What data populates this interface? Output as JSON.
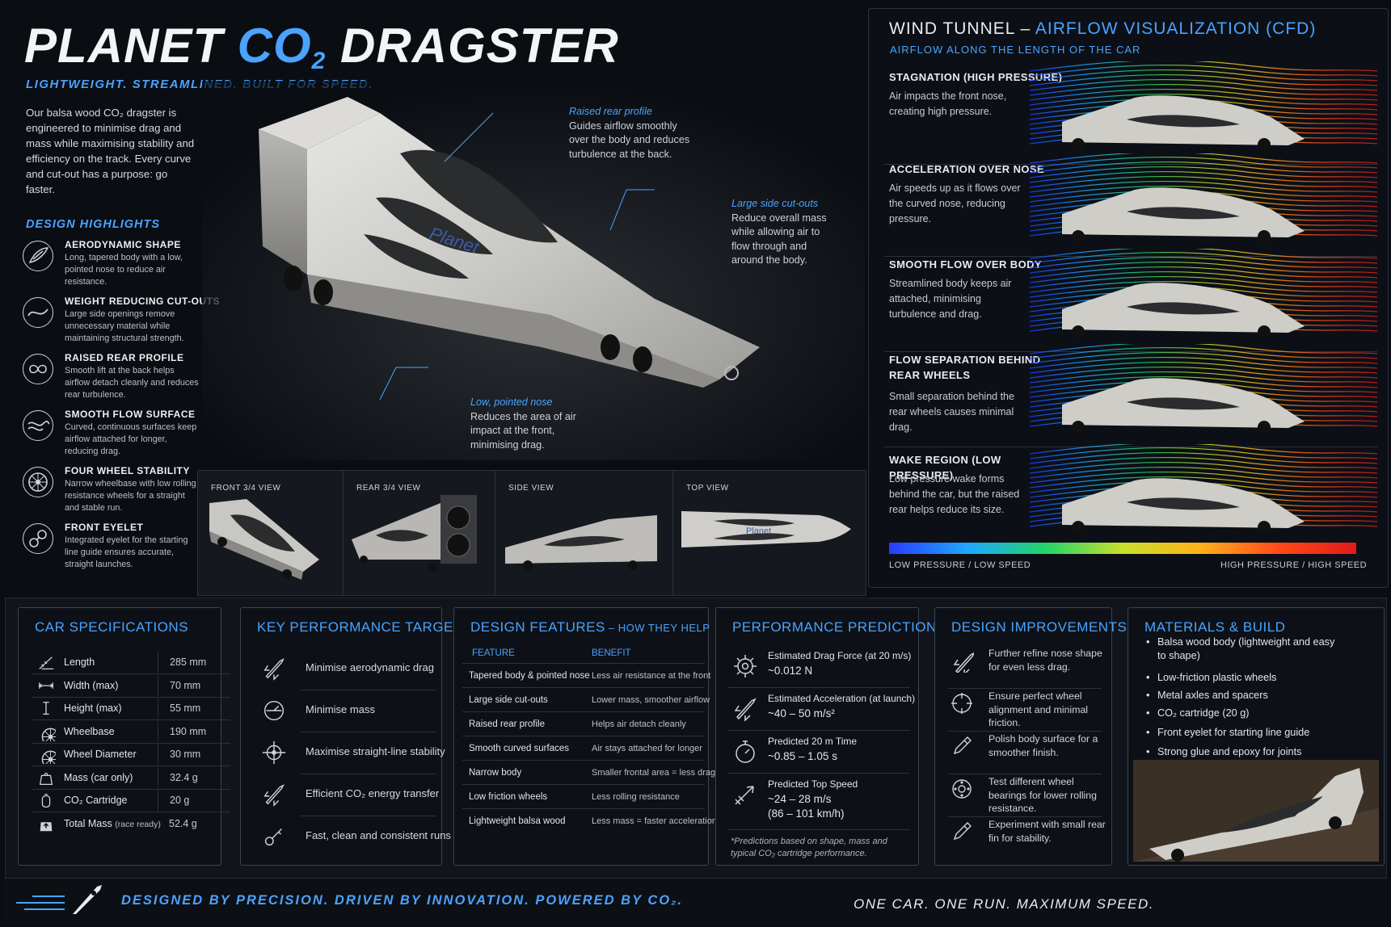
{
  "header": {
    "title_pre": "PLANET ",
    "title_co": "CO",
    "title_sub": "2",
    "title_post": " DRAGSTER",
    "tagline": "LIGHTWEIGHT. STREAMLINED. BUILT FOR SPEED.",
    "intro": "Our balsa wood CO₂ dragster is engineered to minimise drag and mass while maximising stability and efficiency on the track. Every curve and cut-out has a purpose: go faster."
  },
  "design_highlights": {
    "title": "DESIGN HIGHLIGHTS",
    "items": [
      {
        "title": "AERODYNAMIC SHAPE",
        "desc": "Long, tapered body with a low, pointed nose to reduce air resistance.",
        "icon": "wing-icon"
      },
      {
        "title": "WEIGHT REDUCING CUT-OUTS",
        "desc": "Large side openings remove unnecessary material while maintaining structural strength.",
        "icon": "curve-icon"
      },
      {
        "title": "RAISED REAR PROFILE",
        "desc": "Smooth lift at the back helps airflow detach cleanly and reduces rear turbulence.",
        "icon": "loop-icon"
      },
      {
        "title": "SMOOTH FLOW SURFACE",
        "desc": "Curved, continuous surfaces keep airflow attached for longer, reducing drag.",
        "icon": "wave-icon"
      },
      {
        "title": "FOUR WHEEL STABILITY",
        "desc": "Narrow wheelbase with low rolling resistance wheels for a straight and stable run.",
        "icon": "wheel-icon"
      },
      {
        "title": "FRONT EYELET",
        "desc": "Integrated eyelet for the starting line guide ensures accurate, straight launches.",
        "icon": "eyelet-icon"
      }
    ]
  },
  "hero": {
    "brand": "Planet",
    "callouts": [
      {
        "title": "Raised rear profile",
        "text": "Guides airflow smoothly over the body and reduces turbulence at the back."
      },
      {
        "title": "Large side cut-outs",
        "text": "Reduce overall mass while allowing air to flow through and around the body."
      },
      {
        "title": "Low, pointed nose",
        "text": "Reduces the area of air impact at the front, minimising drag."
      }
    ]
  },
  "views": [
    {
      "label": "FRONT 3/4 VIEW"
    },
    {
      "label": "REAR 3/4 VIEW"
    },
    {
      "label": "SIDE VIEW"
    },
    {
      "label": "TOP VIEW"
    }
  ],
  "wind_tunnel": {
    "title": "WIND TUNNEL – ",
    "title_accent": "AIRFLOW VISUALIZATION (CFD)",
    "subtitle": "AIRFLOW ALONG THE LENGTH OF THE CAR",
    "rows": [
      {
        "title": "STAGNATION (HIGH PRESSURE)",
        "desc": "Air impacts the front nose, creating high pressure."
      },
      {
        "title": "ACCELERATION OVER NOSE",
        "desc": "Air speeds up as it flows over the curved nose, reducing pressure."
      },
      {
        "title": "SMOOTH FLOW OVER BODY",
        "desc": "Streamlined body keeps air attached, minimising turbulence and drag."
      },
      {
        "title": "FLOW SEPARATION BEHIND REAR WHEELS",
        "desc": "Small separation behind the rear wheels causes minimal drag."
      },
      {
        "title": "WAKE REGION (LOW PRESSURE)",
        "desc": "Low pressure wake forms behind the car, but the raised rear helps reduce its size."
      }
    ],
    "legend_low": "LOW PRESSURE / LOW SPEED",
    "legend_high": "HIGH PRESSURE / HIGH SPEED"
  },
  "car_specs": {
    "title": "CAR SPECIFICATIONS",
    "rows": [
      {
        "label": "Length",
        "value": "285 mm",
        "icon": "ruler-icon"
      },
      {
        "label": "Width (max)",
        "value": "70 mm",
        "icon": "width-icon"
      },
      {
        "label": "Height (max)",
        "value": "55 mm",
        "icon": "height-icon"
      },
      {
        "label": "Wheelbase",
        "value": "190 mm",
        "icon": "wheel-icon"
      },
      {
        "label": "Wheel Diameter",
        "value": "30 mm",
        "icon": "wheel-icon"
      },
      {
        "label": "Mass (car only)",
        "value": "32.4 g",
        "icon": "weight-icon"
      },
      {
        "label": "CO₂ Cartridge",
        "value": "20 g",
        "icon": "cartridge-icon"
      },
      {
        "label": "Total Mass",
        "label_small": "(race ready)",
        "value": "52.4 g",
        "icon": "total-weight-icon"
      }
    ]
  },
  "key_targets": {
    "title": "KEY PERFORMANCE TARGETS",
    "items": [
      {
        "label": "Minimise aerodynamic drag",
        "icon": "rocket-icon"
      },
      {
        "label": "Minimise mass",
        "icon": "scale-icon"
      },
      {
        "label": "Maximise straight-line stability",
        "icon": "target-icon"
      },
      {
        "label": "Efficient CO₂ energy transfer",
        "icon": "rocket-icon"
      },
      {
        "label": "Fast, clean and consistent runs",
        "icon": "key-icon"
      }
    ]
  },
  "design_features": {
    "title": "DESIGN FEATURES",
    "title_suffix": " – HOW THEY HELP",
    "col_feature": "FEATURE",
    "col_benefit": "BENEFIT",
    "rows": [
      {
        "feature": "Tapered body & pointed nose",
        "benefit": "Less air resistance at the front"
      },
      {
        "feature": "Large side cut-outs",
        "benefit": "Lower mass, smoother airflow"
      },
      {
        "feature": "Raised rear profile",
        "benefit": "Helps air detach cleanly"
      },
      {
        "feature": "Smooth curved surfaces",
        "benefit": "Air stays attached for longer"
      },
      {
        "feature": "Narrow body",
        "benefit": "Smaller frontal area = less drag"
      },
      {
        "feature": "Low friction wheels",
        "benefit": "Less rolling resistance"
      },
      {
        "feature": "Lightweight balsa wood",
        "benefit": "Less mass = faster acceleration"
      }
    ]
  },
  "performance": {
    "title": "PERFORMANCE PREDICTION",
    "items": [
      {
        "label": "Estimated Drag Force (at 20 m/s)",
        "value": "~0.012 N",
        "value2": "",
        "icon": "gear-icon"
      },
      {
        "label": "Estimated Acceleration (at launch)",
        "value": "~40 – 50 m/s²",
        "value2": "",
        "icon": "rocket-icon"
      },
      {
        "label": "Predicted 20 m Time",
        "value": "~0.85 – 1.05 s",
        "value2": "",
        "icon": "stopwatch-icon"
      },
      {
        "label": "Predicted Top Speed",
        "value": "~24 – 28 m/s",
        "value2": "(86 – 101 km/h)",
        "icon": "jet-icon"
      }
    ],
    "note": "*Predictions based on shape, mass and typical CO₂ cartridge performance."
  },
  "improvements": {
    "title": "DESIGN IMPROVEMENTS",
    "items": [
      {
        "text": "Further refine nose shape for even less drag.",
        "icon": "rocket-icon"
      },
      {
        "text": "Ensure perfect wheel alignment and minimal friction.",
        "icon": "crosshair-icon"
      },
      {
        "text": "Polish body surface for a smoother finish.",
        "icon": "pencil-icon"
      },
      {
        "text": "Test different wheel bearings for lower rolling resistance.",
        "icon": "bearing-icon"
      },
      {
        "text": "Experiment with small rear fin for stability.",
        "icon": "pencil-icon"
      }
    ]
  },
  "materials": {
    "title": "MATERIALS & BUILD",
    "items": [
      "Balsa wood body (lightweight and easy to shape)",
      "Low-friction plastic wheels",
      "Metal axles and spacers",
      "CO₂ cartridge (20 g)",
      "Front eyelet for starting line guide",
      "Strong glue and epoxy for joints"
    ]
  },
  "footer": {
    "left": "DESIGNED BY PRECISION. DRIVEN BY INNOVATION. POWERED BY CO₂.",
    "right": "ONE CAR. ONE RUN. MAXIMUM SPEED."
  },
  "colors": {
    "accent": "#4aa3ff",
    "background": "#0a0d12",
    "panel_border": "#3a4450"
  }
}
